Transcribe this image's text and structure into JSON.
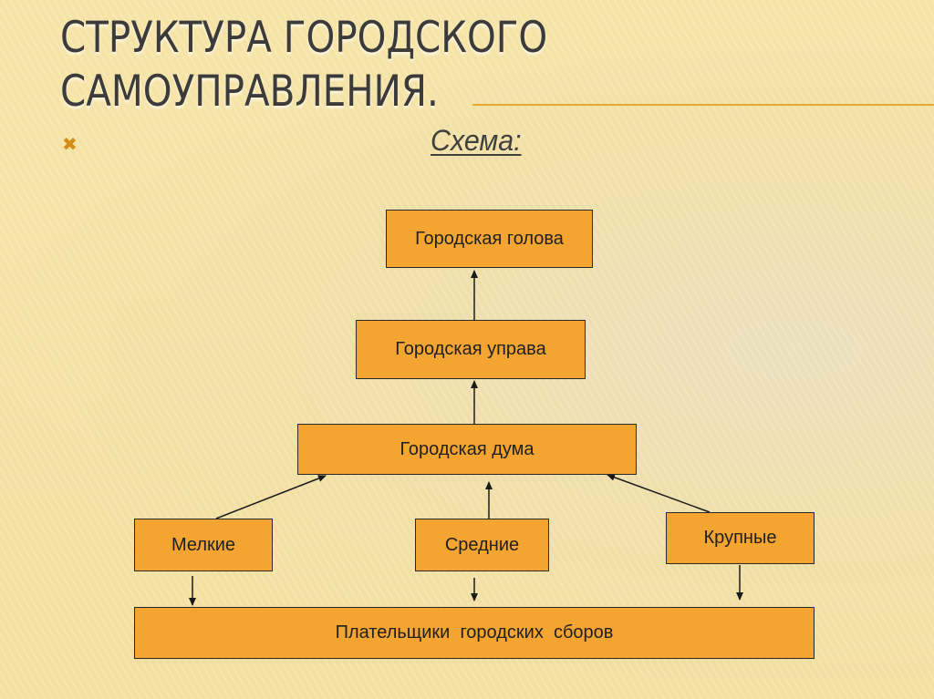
{
  "slide": {
    "title_line1": "СТРУКТУРА ГОРОДСКОГО",
    "title_line2": "САМОУПРАВЛЕНИЯ.",
    "bullet": "✖",
    "subtitle": "Схема:"
  },
  "diagram": {
    "nodes": {
      "head": "Городская голова",
      "council": "Городская управа",
      "duma": "Городская дума",
      "small": "Мелкие",
      "medium": "Средние",
      "large": "Крупные",
      "payers": "Плательщики  городских  сборов"
    },
    "edges": [
      {
        "from": "council",
        "to": "head"
      },
      {
        "from": "duma",
        "to": "council"
      },
      {
        "from": "small",
        "to": "duma"
      },
      {
        "from": "medium",
        "to": "duma"
      },
      {
        "from": "large",
        "to": "duma"
      },
      {
        "from": "small",
        "to": "payers"
      },
      {
        "from": "medium",
        "to": "payers"
      },
      {
        "from": "large",
        "to": "payers"
      }
    ],
    "colors": {
      "box_fill": "#f4a430",
      "border": "#2a2a2a",
      "accent": "#e6a833"
    }
  }
}
